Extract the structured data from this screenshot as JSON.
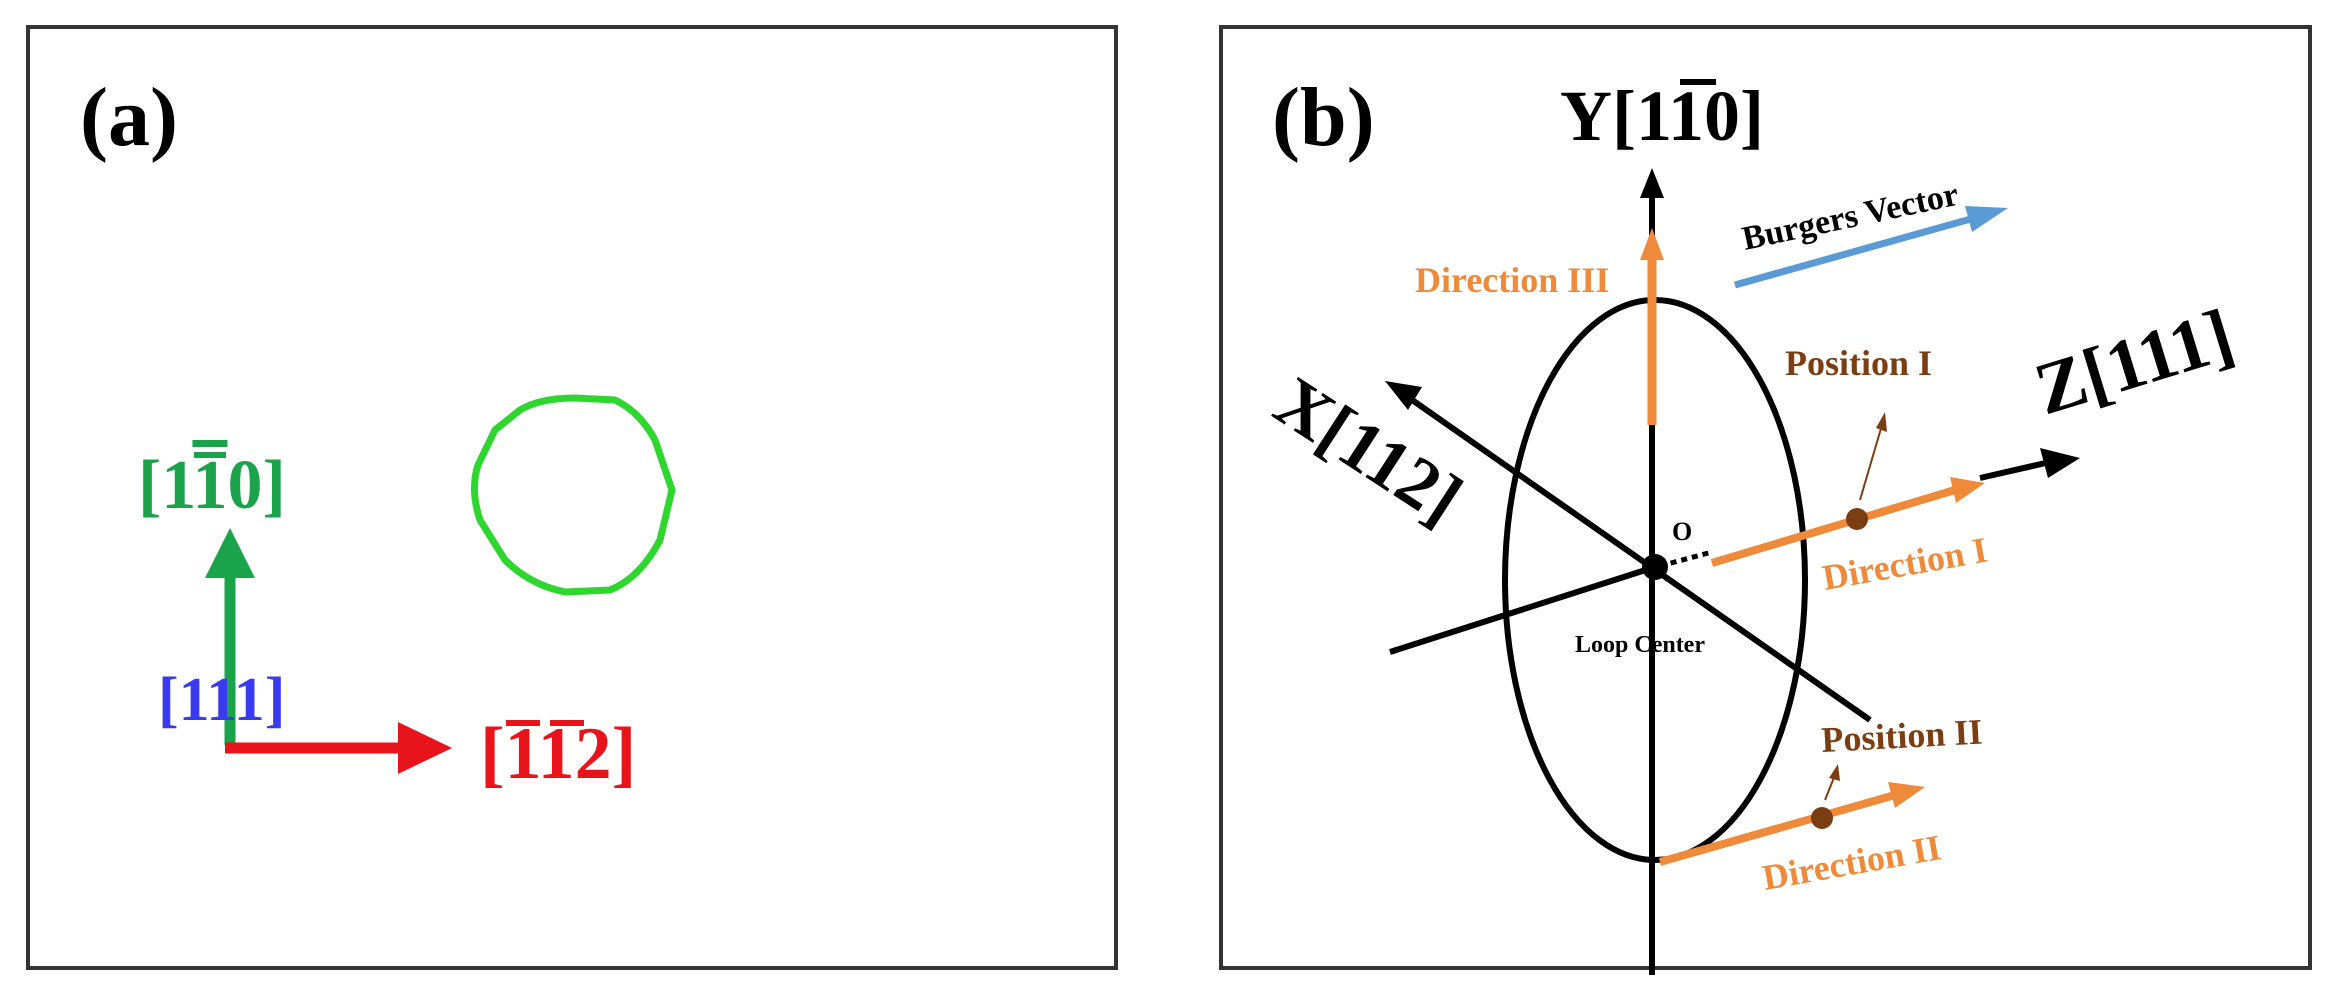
{
  "panel_a": {
    "label": "(a)",
    "axes": {
      "y": {
        "text": "[1",
        "bar": "1",
        "rest": "0]"
      },
      "x": {
        "open": "[",
        "bar1": "1",
        "bar2": "1",
        "rest": "2]"
      },
      "z": "[111]"
    },
    "colors": {
      "y": "#1aa34a",
      "x": "#e8141b",
      "z": "#3a3af0",
      "loop": "#2fd62f",
      "frame": "#333333"
    }
  },
  "panel_b": {
    "label": "(b)",
    "axes": {
      "y": {
        "pre": "Y[1",
        "bar": "1",
        "post": "0]"
      },
      "z": "Z[111]",
      "x": {
        "pre": "X[",
        "bar1": "1",
        "bar2": "1",
        "post": "2]"
      }
    },
    "labels": {
      "burgers": "Burgers Vector",
      "direction_iii": "Direction III",
      "position_i": "Position I",
      "direction_i": "Direction I",
      "position_ii": "Position II",
      "direction_ii": "Direction II",
      "origin": "O",
      "loop_center": "Loop Center"
    },
    "colors": {
      "orange": "#ee8a3a",
      "brown": "#7a3e12",
      "blue": "#5b9bd5",
      "black": "#000000"
    }
  }
}
